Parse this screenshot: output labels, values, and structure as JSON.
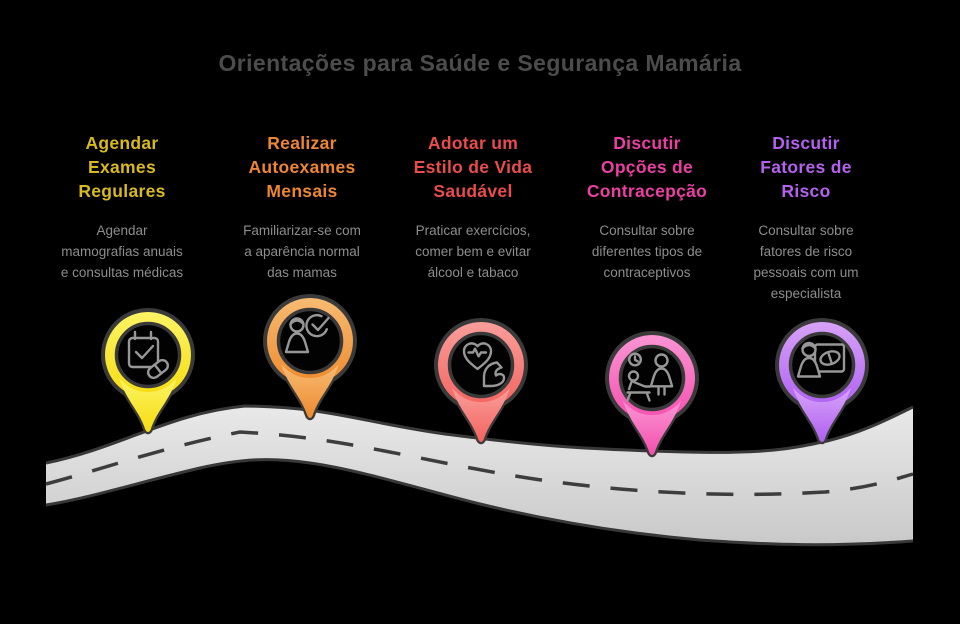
{
  "title": "Orientações para Saúde e Segurança Mamária",
  "colors": {
    "background": "#000000",
    "title": "#4c4c4c",
    "body_text": "#8d8d8d",
    "road_fill_light": "#e9e9e9",
    "road_fill_dark": "#c9c9c9",
    "road_edge": "#383838",
    "road_dash": "#3d3d3d",
    "pin_outline": "#3a3a3a",
    "icon_stroke": "#979797"
  },
  "steps": [
    {
      "heading": "Agendar\nExames\nRegulares",
      "description": "Agendar\nmamografias anuais\ne consultas médicas",
      "accent": "#d8b91e",
      "pin_gradient": [
        "#fcf468",
        "#f6dc0e"
      ],
      "icon": "calendar-check-pill-icon"
    },
    {
      "heading": "Realizar\nAutoexames\nMensais",
      "description": "Familiarizar-se com\na aparência normal\ndas mamas",
      "accent": "#ed8633",
      "pin_gradient": [
        "#f7bc74",
        "#ee8a2d"
      ],
      "icon": "self-exam-woman-check-icon"
    },
    {
      "heading": "Adotar um\nEstilo de Vida\nSaudável",
      "description": "Praticar exercícios,\ncomer bem e evitar\nálcool e tabaco",
      "accent": "#ea4c4c",
      "pin_gradient": [
        "#f99f9c",
        "#f4635e"
      ],
      "icon": "heart-pulse-arm-icon"
    },
    {
      "heading": "Discutir\nOpções de\nContracepção",
      "description": "Consultar sobre\ndiferentes tipos de\ncontraceptivos",
      "accent": "#ec3fa4",
      "pin_gradient": [
        "#fa96d4",
        "#f44fae"
      ],
      "icon": "consultation-desk-icon"
    },
    {
      "heading": "Discutir\nFatores de\nRisco",
      "description": "Consultar sobre\nfatores de risco\npessoais com um\nespecialista",
      "accent": "#b660ef",
      "pin_gradient": [
        "#d8a4f7",
        "#ae5ff2"
      ],
      "icon": "specialist-board-pill-icon"
    }
  ]
}
